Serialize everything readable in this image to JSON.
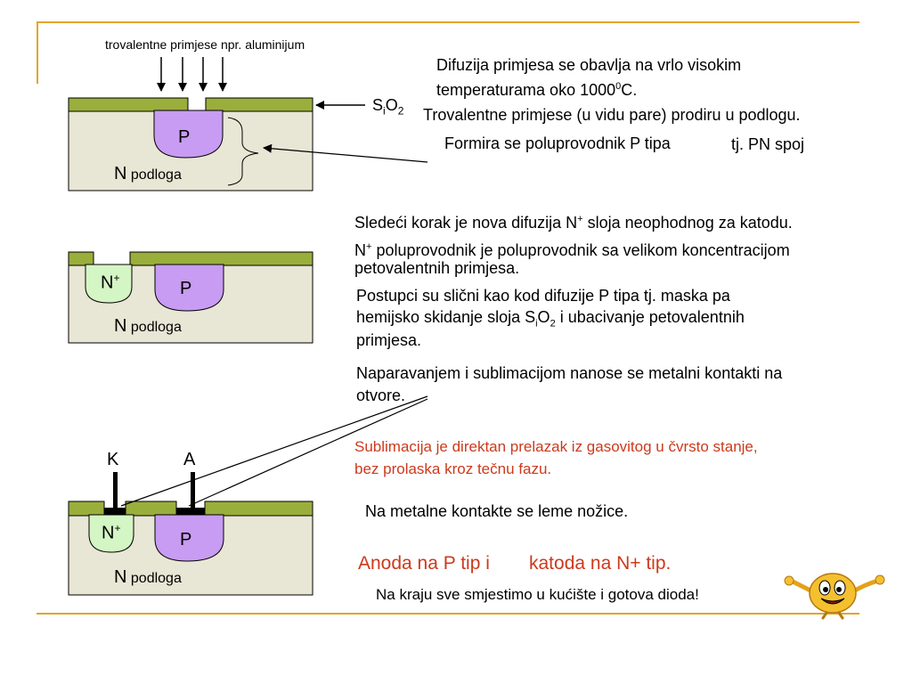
{
  "colors": {
    "frame": "#e1a52a",
    "oxide": "#9aae3c",
    "substrate": "#e8e6d4",
    "p_region": "#c79cf2",
    "n_plus_region": "#d4f5c4",
    "metal": "#000000",
    "red_text": "#cc3a1c"
  },
  "diagram1": {
    "top_label": "trovalentne primjese npr. aluminijum",
    "p_label": "P",
    "n_label": "N",
    "podloga_label": "podloga",
    "sio2_s": "S",
    "sio2_i": "i",
    "sio2_o": "O",
    "sio2_2": "2"
  },
  "diagram2": {
    "n_plus_n": "N",
    "n_plus_sup": "+",
    "p_label": "P",
    "n_label": "N",
    "podloga_label": "podloga"
  },
  "diagram3": {
    "k_label": "K",
    "a_label": "A",
    "n_plus_n": "N",
    "n_plus_sup": "+",
    "p_label": "P",
    "n_label": "N",
    "podloga_label": "podloga"
  },
  "text": {
    "t1_line1": "Difuzija primjesa se obavlja na vrlo visokim",
    "t1_line2_a": "temperaturama oko 1000",
    "t1_line2_sup": "0",
    "t1_line2_b": "C.",
    "t2": "Trovalentne primjese (u vidu pare) prodiru u podlogu.",
    "t3_a": "Formira se poluprovodnik P tipa",
    "t3_b": "tj. PN spoj",
    "t4_a": "Sledeći korak je nova difuzija N",
    "t4_sup": "+",
    "t4_b": " sloja neophodnog za katodu.",
    "t5_line1_a": "N",
    "t5_line1_sup": "+",
    "t5_line1_b": " poluprovodnik je poluprovodnik sa velikom koncentracijom",
    "t5_line2": "petovalentnih primjesa.",
    "t6_line1": "Postupci su slični kao kod difuzije P tipa tj. maska pa",
    "t6_line2_a": "hemijsko skidanje sloja S",
    "t6_line2_sub1": "i",
    "t6_line2_b": "O",
    "t6_line2_sub2": "2",
    "t6_line2_c": " i ubacivanje petovalentnih",
    "t6_line3": "primjesa.",
    "t7_line1": "Naparavanjem i sublimacijom nanose se metalni kontakti na",
    "t7_line2": "otvore.",
    "t8_line1": "Sublimacija je direktan prelazak iz gasovitog u čvrsto stanje,",
    "t8_line2": "bez prolaska kroz tečnu fazu.",
    "t9": "Na metalne kontakte se leme nožice.",
    "t10_a": "Anoda na P tip i",
    "t10_b": "katoda na N+ tip.",
    "t11": "Na kraju sve smjestimo u kućište i gotova dioda!"
  },
  "smiley_icon": "smiley-waving-icon"
}
